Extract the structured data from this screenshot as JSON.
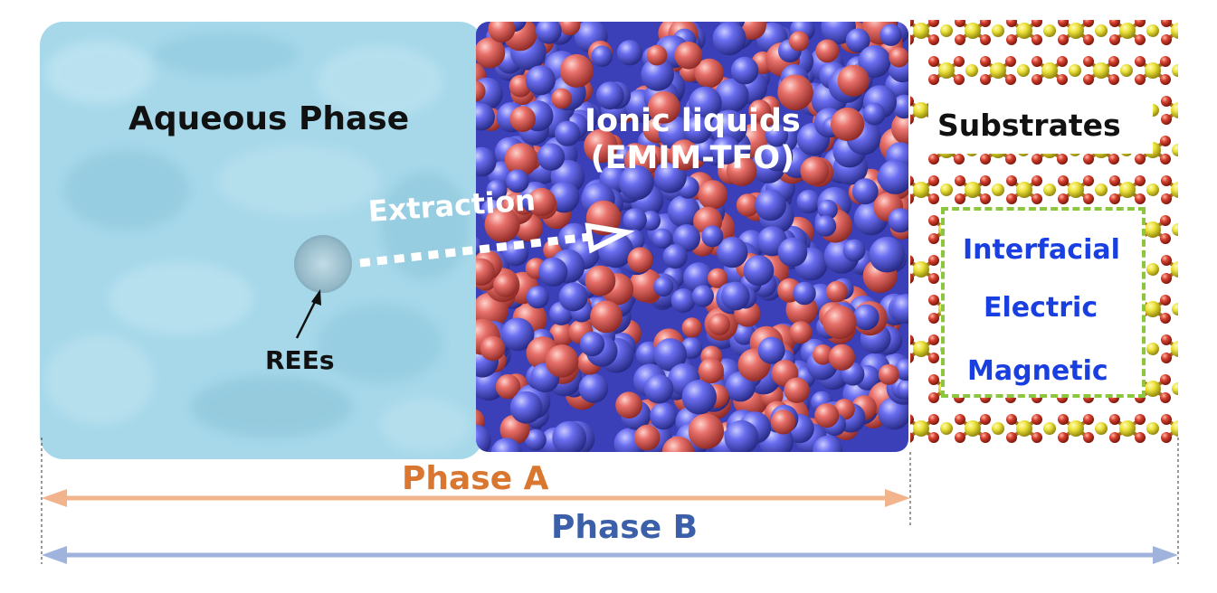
{
  "labels": {
    "aqueous_phase": "Aqueous Phase",
    "ionic_liquids_line1": "Ionic liquids",
    "ionic_liquids_line2": "(EMIM-TFO)",
    "extraction": "Extraction",
    "rees": "REEs",
    "substrates": "Substrates",
    "properties": [
      "Interfacial",
      "Electric",
      "Magnetic"
    ],
    "phase_a": "Phase A",
    "phase_b": "Phase B"
  },
  "colors": {
    "aqueous": "#a6d8ea",
    "cation": "#4b4fd6",
    "anion": "#e0605a",
    "substrate_atom_yellow": "#e8e02a",
    "substrate_atom_red": "#d23a2a",
    "substrate_bond": "#a8701e",
    "phase_a_arrow": "#f2b48c",
    "phase_b_arrow": "#9fb3dc",
    "property_text": "#1a3fe0",
    "dashed_box": "#8cc63f"
  }
}
